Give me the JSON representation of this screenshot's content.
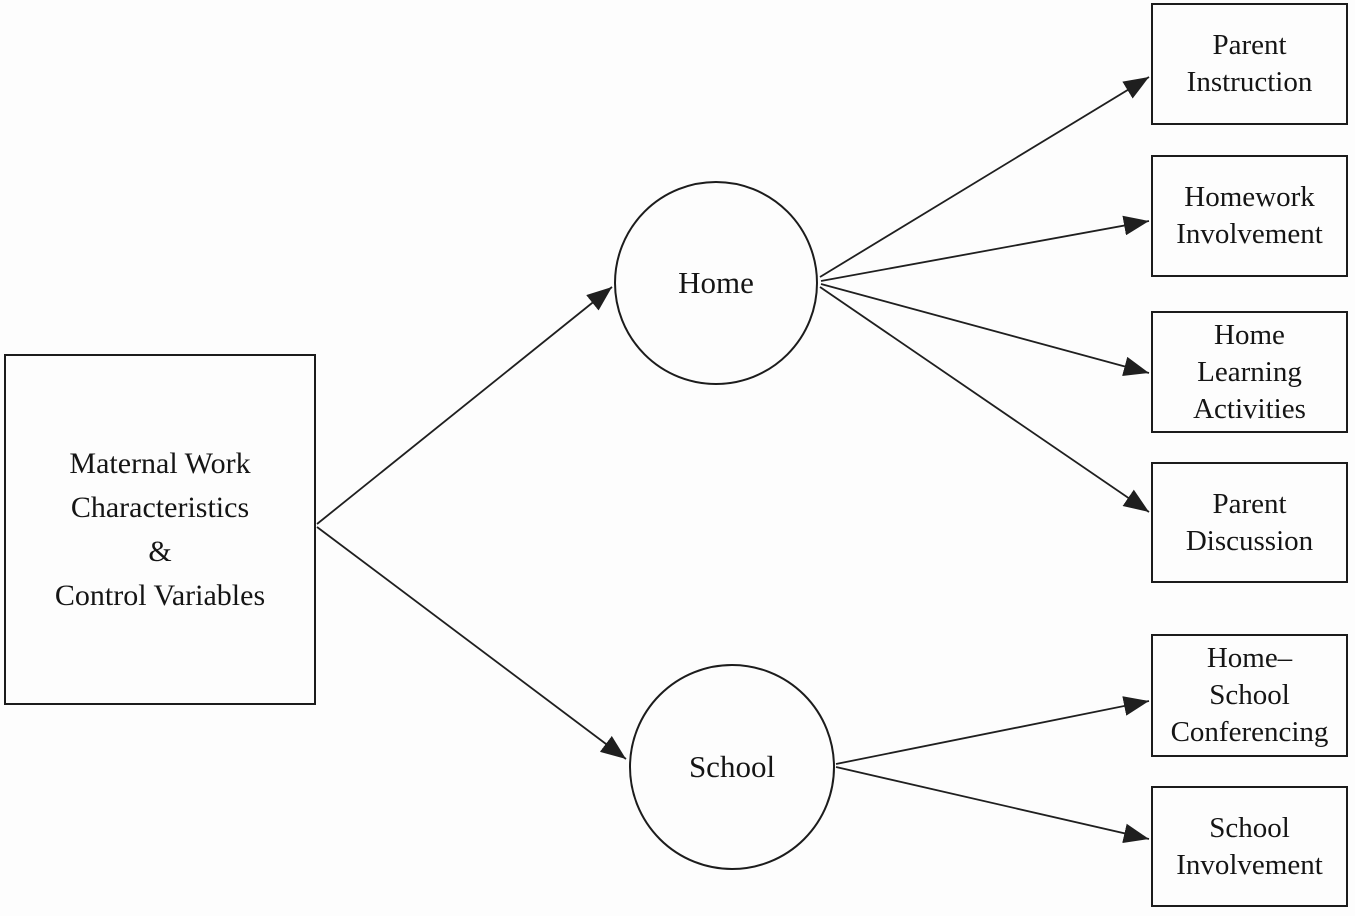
{
  "diagram": {
    "type": "path-model",
    "source_box": {
      "id": "maternal-work-control-variables",
      "label": "Maternal Work\nCharacteristics\n&\nControl Variables"
    },
    "latent_nodes": [
      {
        "id": "home",
        "label": "Home"
      },
      {
        "id": "school",
        "label": "School"
      }
    ],
    "indicator_boxes": [
      {
        "id": "parent-instruction",
        "label": "Parent\nInstruction"
      },
      {
        "id": "homework-involvement",
        "label": "Homework\nInvolvement"
      },
      {
        "id": "home-learning-activities",
        "label": "Home\nLearning\nActivities"
      },
      {
        "id": "parent-discussion",
        "label": "Parent\nDiscussion"
      },
      {
        "id": "home-school-conferencing",
        "label": "Home–\nSchool\nConferencing"
      },
      {
        "id": "school-involvement",
        "label": "School\nInvolvement"
      }
    ],
    "edges": [
      {
        "from": "maternal-work-control-variables",
        "to": "home"
      },
      {
        "from": "maternal-work-control-variables",
        "to": "school"
      },
      {
        "from": "home",
        "to": "parent-instruction"
      },
      {
        "from": "home",
        "to": "homework-involvement"
      },
      {
        "from": "home",
        "to": "home-learning-activities"
      },
      {
        "from": "home",
        "to": "parent-discussion"
      },
      {
        "from": "school",
        "to": "home-school-conferencing"
      },
      {
        "from": "school",
        "to": "school-involvement"
      }
    ],
    "colors": {
      "background": "#fdfdfd",
      "stroke": "#1f1f1f",
      "text": "#151515"
    }
  }
}
